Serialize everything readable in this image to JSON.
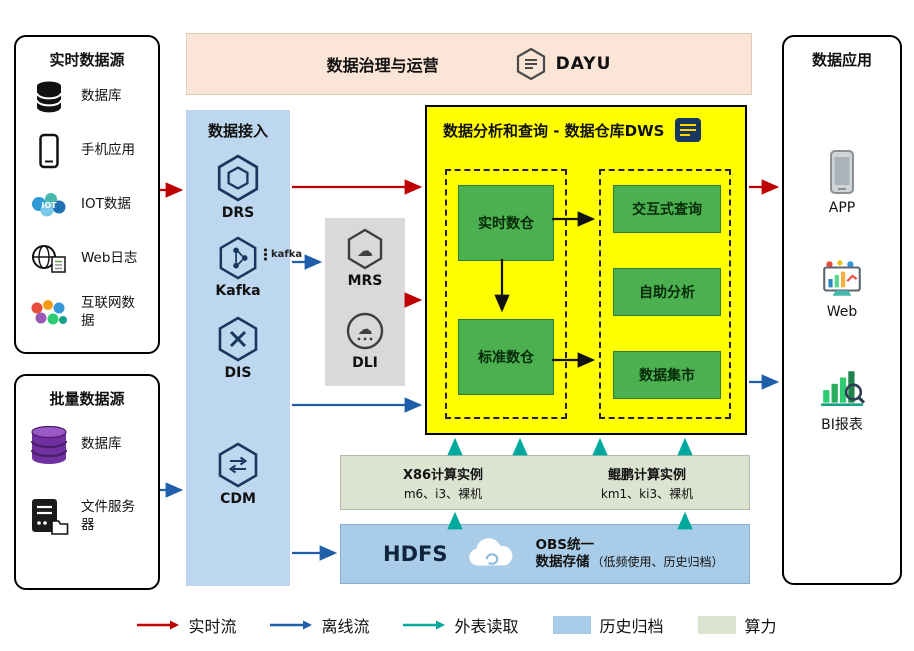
{
  "banner": {
    "title": "数据治理与运营",
    "brand": "DAYU"
  },
  "realtime_sources": {
    "title": "实时数据源",
    "items": [
      {
        "label": "数据库",
        "icon": "database-icon"
      },
      {
        "label": "手机应用",
        "icon": "mobile-phone-icon"
      },
      {
        "label": "IOT数据",
        "icon": "iot-wordcloud-icon"
      },
      {
        "label": "Web日志",
        "icon": "globe-document-icon"
      },
      {
        "label": "互联网数据",
        "icon": "internet-bubbles-icon"
      }
    ]
  },
  "batch_sources": {
    "title": "批量数据源",
    "items": [
      {
        "label": "数据库",
        "icon": "database-stack-icon"
      },
      {
        "label": "文件服务器",
        "icon": "file-server-icon"
      }
    ]
  },
  "ingestion": {
    "title": "数据接入",
    "items": [
      {
        "label": "DRS",
        "icon": "drs-hexagon-icon"
      },
      {
        "label": "Kafka",
        "icon": "kafka-hexagon-icon",
        "badge": "kafka"
      },
      {
        "label": "DIS",
        "icon": "dis-hexagon-icon"
      },
      {
        "label": "CDM",
        "icon": "cdm-hexagon-icon"
      }
    ]
  },
  "processing": {
    "items": [
      {
        "label": "MRS",
        "icon": "mrs-hexagon-icon"
      },
      {
        "label": "DLI",
        "icon": "dli-cloud-icon"
      }
    ]
  },
  "dws": {
    "title": "数据分析和查询 - 数据仓库DWS",
    "icon": "dws-appliance-icon",
    "warehouses": [
      {
        "label": "实时数仓"
      },
      {
        "label": "标准数仓"
      }
    ],
    "services": [
      {
        "label": "交互式查询"
      },
      {
        "label": "自助分析"
      },
      {
        "label": "数据集市"
      }
    ]
  },
  "compute": {
    "instances": [
      {
        "title": "X86计算实例",
        "subtitle": "m6、i3、裸机"
      },
      {
        "title": "鲲鹏计算实例",
        "subtitle": "km1、ki3、裸机"
      }
    ]
  },
  "storage": {
    "hdfs": "HDFS",
    "obs_line1": "OBS统一",
    "obs_line2": "数据存储",
    "obs_note": "（低频使用、历史归档）",
    "icon": "obs-cloud-icon"
  },
  "applications": {
    "title": "数据应用",
    "items": [
      {
        "label": "APP",
        "icon": "app-phone-icon"
      },
      {
        "label": "Web",
        "icon": "web-monitor-icon"
      },
      {
        "label": "BI报表",
        "icon": "bi-report-icon"
      }
    ]
  },
  "legend": {
    "items": [
      {
        "label": "实时流",
        "type": "arrow",
        "color": "#C00000"
      },
      {
        "label": "离线流",
        "type": "arrow",
        "color": "#1F5FA9"
      },
      {
        "label": "外表读取",
        "type": "arrow",
        "color": "#00A99D"
      },
      {
        "label": "历史归档",
        "type": "swatch",
        "color": "#A9CDE8"
      },
      {
        "label": "算力",
        "type": "swatch",
        "color": "#DCE3D1"
      }
    ]
  }
}
